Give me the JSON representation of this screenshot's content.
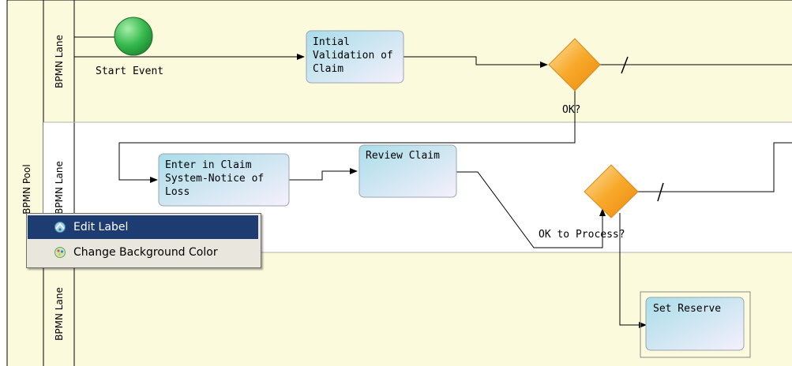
{
  "pool": {
    "label": "BPMN Pool"
  },
  "lanes": [
    {
      "label": "BPMN Lane"
    },
    {
      "label": "BPMN Lane"
    },
    {
      "label": "BPMN Lane"
    }
  ],
  "nodes": {
    "start_event": "Start Event",
    "initial_validation": [
      "Intial",
      "Validation of",
      "Claim"
    ],
    "gateway_ok": "OK?",
    "enter_in_claim": [
      "Enter in Claim",
      "System-Notice of",
      "Loss"
    ],
    "review_claim": "Review Claim",
    "gateway_ok_to_process": "OK to Process?",
    "set_reserve": "Set Reserve"
  },
  "context_menu": {
    "items": [
      {
        "label": "Edit Label",
        "selected": true,
        "icon": "label-icon"
      },
      {
        "label": "Change Background Color",
        "selected": false,
        "icon": "palette-icon"
      }
    ]
  },
  "colors": {
    "lane_fill": "#fbfadc",
    "task_fill_start": "#b8e2ec",
    "task_fill_end": "#f1eefa",
    "gateway": "#f5a623",
    "start_event": "#34b24a",
    "menu_selected": "#1c3c72"
  }
}
